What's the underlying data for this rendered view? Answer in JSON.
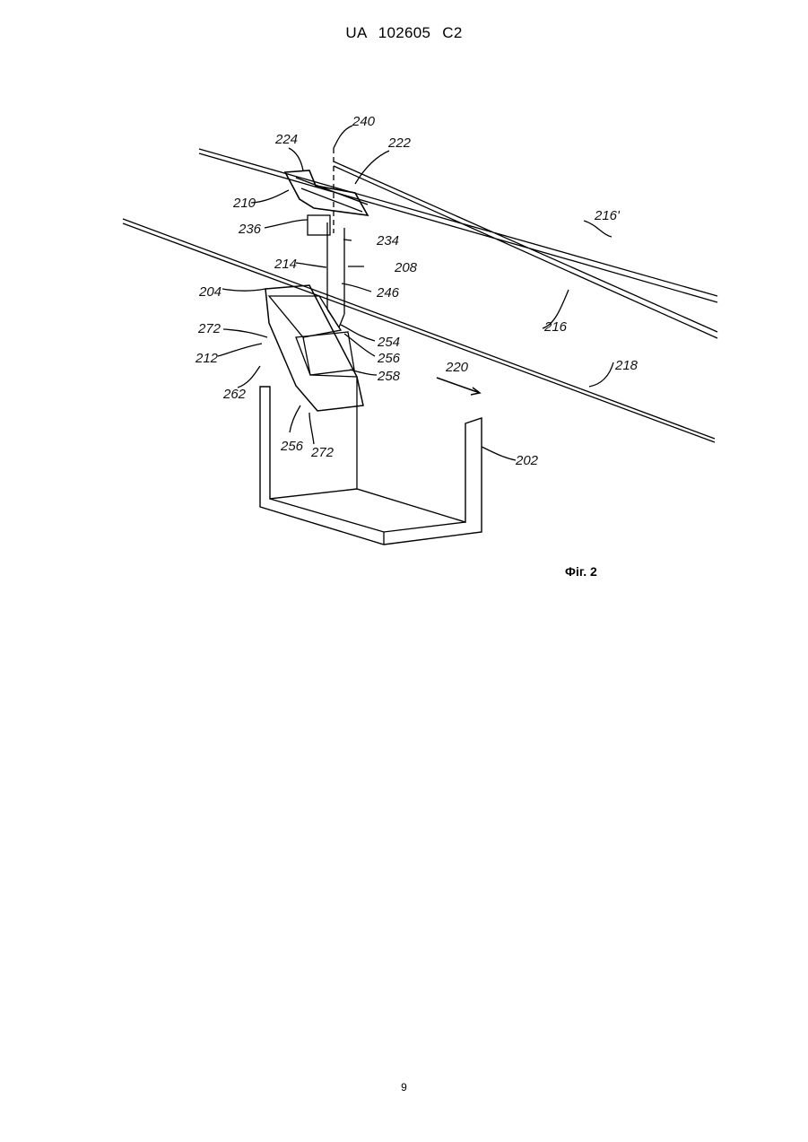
{
  "header": {
    "document_id": "UA   102605   C2"
  },
  "figure": {
    "caption": "Фіг. 2",
    "reference_labels": {
      "l240": "240",
      "l224": "224",
      "l222": "222",
      "l210": "210",
      "l236a": "236",
      "l234": "234",
      "l216p": "216'",
      "l214": "214",
      "l208": "208",
      "l246": "246",
      "l204": "204",
      "l216": "216",
      "l272a": "272",
      "l254": "254",
      "l256a": "256",
      "l212": "212",
      "l218": "218",
      "l220": "220",
      "l258": "258",
      "l262": "262",
      "l256b": "256",
      "l272b": "272",
      "l202": "202"
    }
  },
  "footer": {
    "page_number": "9"
  }
}
